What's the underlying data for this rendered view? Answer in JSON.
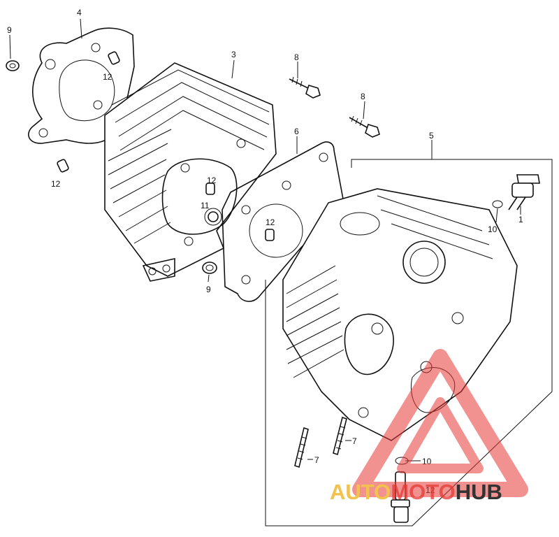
{
  "diagram": {
    "callouts": {
      "c1": "1",
      "c3": "3",
      "c4": "4",
      "c5": "5",
      "c6": "6",
      "c7a": "7",
      "c7b": "7",
      "c8a": "8",
      "c8b": "8",
      "c9a": "9",
      "c9b": "9",
      "c10a": "10",
      "c10b": "10",
      "c11": "11",
      "c12a": "12",
      "c12b": "12",
      "c12c": "12",
      "c12d": "12",
      "c12e": "12"
    }
  },
  "watermark": {
    "part1": "AUTO",
    "part2": "MOTO",
    "part3": "HUB",
    "colors": {
      "auto": "#f2c14e",
      "moto": "#e53935",
      "hub": "#333333"
    }
  }
}
